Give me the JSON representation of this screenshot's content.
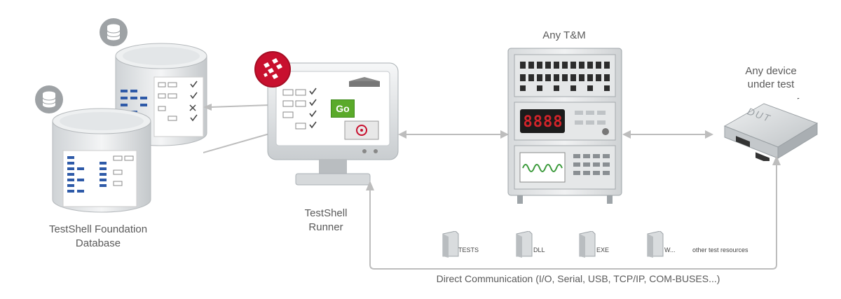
{
  "labels": {
    "database_line1": "TestShell Foundation",
    "database_line2": "Database",
    "runner_line1": "TestShell",
    "runner_line2": "Runner",
    "tm": "Any T&M",
    "dut_line1": "Any device",
    "dut_line2": "under test",
    "direct_comm": "Direct Communication (I/O, Serial, USB, TCP/IP, COM-BUSES...)",
    "other_resources": "other test resources"
  },
  "screen": {
    "go_label": "Go"
  },
  "instrument": {
    "display_value": "8888"
  },
  "dut": {
    "device_text": "DUT"
  },
  "resources": [
    {
      "label": "TESTS"
    },
    {
      "label": "DLL"
    },
    {
      "label": "EXE"
    },
    {
      "label": "W..."
    }
  ],
  "colors": {
    "accent_red": "#c8102e",
    "go_green": "#5aaa2a",
    "display_red": "#d2232a",
    "wave_green": "#3b9a3b"
  }
}
